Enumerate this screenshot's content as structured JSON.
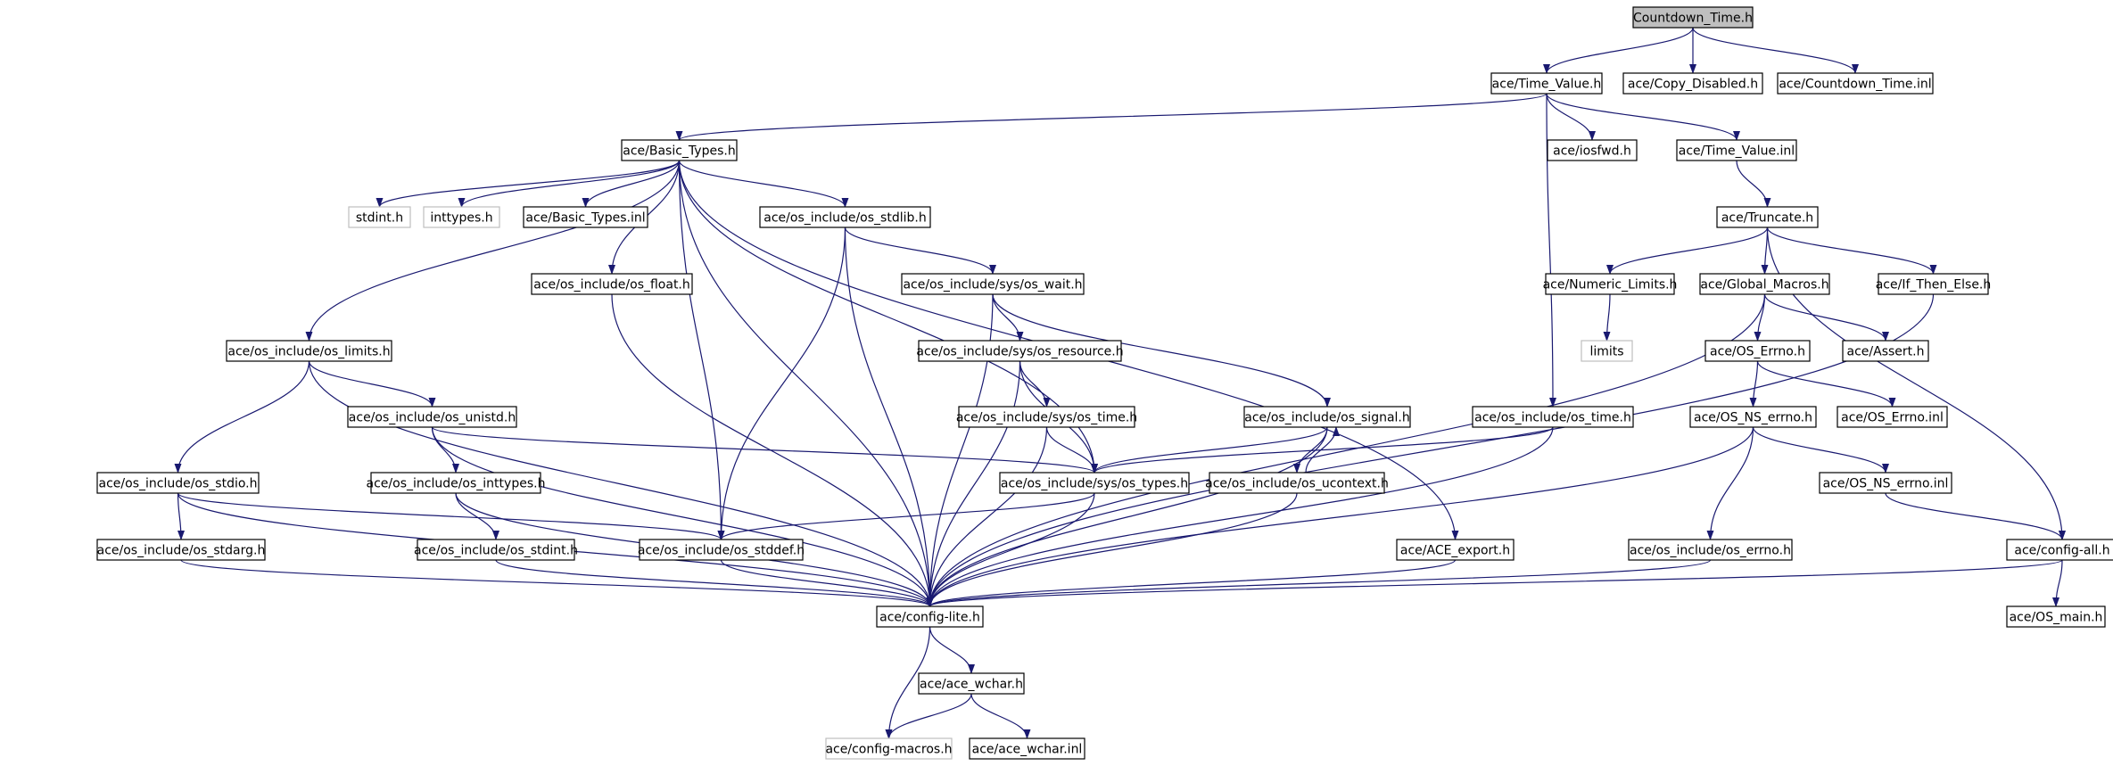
{
  "colors": {
    "edge": "#191970",
    "node_border": "#000000",
    "root_fill": "#bfbfbf",
    "missing_border": "#bfbfbf",
    "background": "#ffffff"
  },
  "nodes": [
    {
      "id": "countdown_time_h",
      "label": "Countdown_Time.h",
      "kind": "root"
    },
    {
      "id": "time_value_h",
      "label": "ace/Time_Value.h",
      "kind": "normal"
    },
    {
      "id": "copy_disabled_h",
      "label": "ace/Copy_Disabled.h",
      "kind": "normal"
    },
    {
      "id": "countdown_time_inl",
      "label": "ace/Countdown_Time.inl",
      "kind": "normal"
    },
    {
      "id": "basic_types_h",
      "label": "ace/Basic_Types.h",
      "kind": "normal"
    },
    {
      "id": "iosfwd_h",
      "label": "ace/iosfwd.h",
      "kind": "normal"
    },
    {
      "id": "time_value_inl",
      "label": "ace/Time_Value.inl",
      "kind": "normal"
    },
    {
      "id": "stdint_h",
      "label": "stdint.h",
      "kind": "missing"
    },
    {
      "id": "inttypes_h",
      "label": "inttypes.h",
      "kind": "missing"
    },
    {
      "id": "basic_types_inl",
      "label": "ace/Basic_Types.inl",
      "kind": "normal"
    },
    {
      "id": "os_stdlib_h",
      "label": "ace/os_include/os_stdlib.h",
      "kind": "normal"
    },
    {
      "id": "truncate_h",
      "label": "ace/Truncate.h",
      "kind": "normal"
    },
    {
      "id": "os_float_h",
      "label": "ace/os_include/os_float.h",
      "kind": "normal"
    },
    {
      "id": "os_wait_h",
      "label": "ace/os_include/sys/os_wait.h",
      "kind": "normal"
    },
    {
      "id": "numeric_limits_h",
      "label": "ace/Numeric_Limits.h",
      "kind": "normal"
    },
    {
      "id": "global_macros_h",
      "label": "ace/Global_Macros.h",
      "kind": "normal"
    },
    {
      "id": "if_then_else_h",
      "label": "ace/If_Then_Else.h",
      "kind": "normal"
    },
    {
      "id": "os_limits_h",
      "label": "ace/os_include/os_limits.h",
      "kind": "normal"
    },
    {
      "id": "os_resource_h",
      "label": "ace/os_include/sys/os_resource.h",
      "kind": "normal"
    },
    {
      "id": "limits",
      "label": "limits",
      "kind": "missing"
    },
    {
      "id": "os_errno_h",
      "label": "ace/OS_Errno.h",
      "kind": "normal"
    },
    {
      "id": "assert_h",
      "label": "ace/Assert.h",
      "kind": "normal"
    },
    {
      "id": "os_unistd_h",
      "label": "ace/os_include/os_unistd.h",
      "kind": "normal"
    },
    {
      "id": "sys_os_time_h",
      "label": "ace/os_include/sys/os_time.h",
      "kind": "normal"
    },
    {
      "id": "os_signal_h",
      "label": "ace/os_include/os_signal.h",
      "kind": "normal"
    },
    {
      "id": "os_time_h",
      "label": "ace/os_include/os_time.h",
      "kind": "normal"
    },
    {
      "id": "os_ns_errno_h",
      "label": "ace/OS_NS_errno.h",
      "kind": "normal"
    },
    {
      "id": "os_errno_inl",
      "label": "ace/OS_Errno.inl",
      "kind": "normal"
    },
    {
      "id": "os_stdio_h",
      "label": "ace/os_include/os_stdio.h",
      "kind": "normal"
    },
    {
      "id": "os_inttypes_h",
      "label": "ace/os_include/os_inttypes.h",
      "kind": "normal"
    },
    {
      "id": "os_types_h",
      "label": "ace/os_include/sys/os_types.h",
      "kind": "normal"
    },
    {
      "id": "os_ucontext_h",
      "label": "ace/os_include/os_ucontext.h",
      "kind": "normal"
    },
    {
      "id": "os_ns_errno_inl",
      "label": "ace/OS_NS_errno.inl",
      "kind": "normal"
    },
    {
      "id": "os_stdarg_h",
      "label": "ace/os_include/os_stdarg.h",
      "kind": "normal"
    },
    {
      "id": "os_stdint_h",
      "label": "ace/os_include/os_stdint.h",
      "kind": "normal"
    },
    {
      "id": "os_stddef_h",
      "label": "ace/os_include/os_stddef.h",
      "kind": "normal"
    },
    {
      "id": "ace_export_h",
      "label": "ace/ACE_export.h",
      "kind": "normal"
    },
    {
      "id": "os_include_os_errno_h",
      "label": "ace/os_include/os_errno.h",
      "kind": "normal"
    },
    {
      "id": "config_all_h",
      "label": "ace/config-all.h",
      "kind": "normal"
    },
    {
      "id": "config_lite_h",
      "label": "ace/config-lite.h",
      "kind": "normal"
    },
    {
      "id": "os_main_h",
      "label": "ace/OS_main.h",
      "kind": "normal"
    },
    {
      "id": "ace_wchar_h",
      "label": "ace/ace_wchar.h",
      "kind": "normal"
    },
    {
      "id": "config_macros_h",
      "label": "ace/config-macros.h",
      "kind": "missing"
    },
    {
      "id": "ace_wchar_inl",
      "label": "ace/ace_wchar.inl",
      "kind": "normal"
    }
  ],
  "edges": [
    [
      "countdown_time_h",
      "time_value_h"
    ],
    [
      "countdown_time_h",
      "copy_disabled_h"
    ],
    [
      "countdown_time_h",
      "countdown_time_inl"
    ],
    [
      "time_value_h",
      "basic_types_h"
    ],
    [
      "time_value_h",
      "iosfwd_h"
    ],
    [
      "time_value_h",
      "time_value_inl"
    ],
    [
      "time_value_h",
      "os_time_h"
    ],
    [
      "time_value_inl",
      "truncate_h"
    ],
    [
      "truncate_h",
      "numeric_limits_h"
    ],
    [
      "truncate_h",
      "global_macros_h"
    ],
    [
      "truncate_h",
      "if_then_else_h"
    ],
    [
      "truncate_h",
      "config_all_h"
    ],
    [
      "numeric_limits_h",
      "limits"
    ],
    [
      "global_macros_h",
      "os_errno_h"
    ],
    [
      "global_macros_h",
      "assert_h"
    ],
    [
      "global_macros_h",
      "config_lite_h"
    ],
    [
      "if_then_else_h",
      "config_lite_h"
    ],
    [
      "os_errno_h",
      "os_ns_errno_h"
    ],
    [
      "os_errno_h",
      "os_errno_inl"
    ],
    [
      "os_ns_errno_h",
      "os_include_os_errno_h"
    ],
    [
      "os_ns_errno_h",
      "os_ns_errno_inl"
    ],
    [
      "os_ns_errno_h",
      "config_lite_h"
    ],
    [
      "os_ns_errno_inl",
      "config_all_h"
    ],
    [
      "os_include_os_errno_h",
      "config_lite_h"
    ],
    [
      "config_all_h",
      "os_main_h"
    ],
    [
      "config_all_h",
      "config_lite_h"
    ],
    [
      "basic_types_h",
      "stdint_h"
    ],
    [
      "basic_types_h",
      "inttypes_h"
    ],
    [
      "basic_types_h",
      "basic_types_inl"
    ],
    [
      "basic_types_h",
      "os_stdlib_h"
    ],
    [
      "basic_types_h",
      "os_float_h"
    ],
    [
      "basic_types_h",
      "os_limits_h"
    ],
    [
      "basic_types_h",
      "os_types_h"
    ],
    [
      "basic_types_h",
      "os_stddef_h"
    ],
    [
      "basic_types_h",
      "ace_export_h"
    ],
    [
      "basic_types_h",
      "config_lite_h"
    ],
    [
      "os_stdlib_h",
      "os_wait_h"
    ],
    [
      "os_stdlib_h",
      "os_stddef_h"
    ],
    [
      "os_stdlib_h",
      "config_lite_h"
    ],
    [
      "os_float_h",
      "config_lite_h"
    ],
    [
      "os_wait_h",
      "os_resource_h"
    ],
    [
      "os_wait_h",
      "os_signal_h"
    ],
    [
      "os_wait_h",
      "config_lite_h"
    ],
    [
      "os_resource_h",
      "sys_os_time_h"
    ],
    [
      "os_resource_h",
      "os_types_h"
    ],
    [
      "os_resource_h",
      "config_lite_h"
    ],
    [
      "sys_os_time_h",
      "os_types_h"
    ],
    [
      "sys_os_time_h",
      "config_lite_h"
    ],
    [
      "os_signal_h",
      "os_types_h"
    ],
    [
      "os_signal_h",
      "os_ucontext_h"
    ],
    [
      "os_signal_h",
      "config_lite_h"
    ],
    [
      "os_ucontext_h",
      "os_signal_h"
    ],
    [
      "os_ucontext_h",
      "config_lite_h"
    ],
    [
      "os_time_h",
      "os_types_h"
    ],
    [
      "os_time_h",
      "config_lite_h"
    ],
    [
      "os_limits_h",
      "os_unistd_h"
    ],
    [
      "os_limits_h",
      "os_stdio_h"
    ],
    [
      "os_limits_h",
      "config_lite_h"
    ],
    [
      "os_unistd_h",
      "os_inttypes_h"
    ],
    [
      "os_unistd_h",
      "os_types_h"
    ],
    [
      "os_unistd_h",
      "config_lite_h"
    ],
    [
      "os_inttypes_h",
      "os_stdint_h"
    ],
    [
      "os_inttypes_h",
      "config_lite_h"
    ],
    [
      "os_stdint_h",
      "config_lite_h"
    ],
    [
      "os_stdio_h",
      "os_stdarg_h"
    ],
    [
      "os_stdio_h",
      "os_stddef_h"
    ],
    [
      "os_stdio_h",
      "config_lite_h"
    ],
    [
      "os_stdarg_h",
      "config_lite_h"
    ],
    [
      "os_types_h",
      "os_stddef_h"
    ],
    [
      "os_types_h",
      "config_lite_h"
    ],
    [
      "os_stddef_h",
      "config_lite_h"
    ],
    [
      "ace_export_h",
      "config_lite_h"
    ],
    [
      "config_lite_h",
      "ace_wchar_h"
    ],
    [
      "config_lite_h",
      "config_macros_h"
    ],
    [
      "ace_wchar_h",
      "config_macros_h"
    ],
    [
      "ace_wchar_h",
      "ace_wchar_inl"
    ]
  ]
}
